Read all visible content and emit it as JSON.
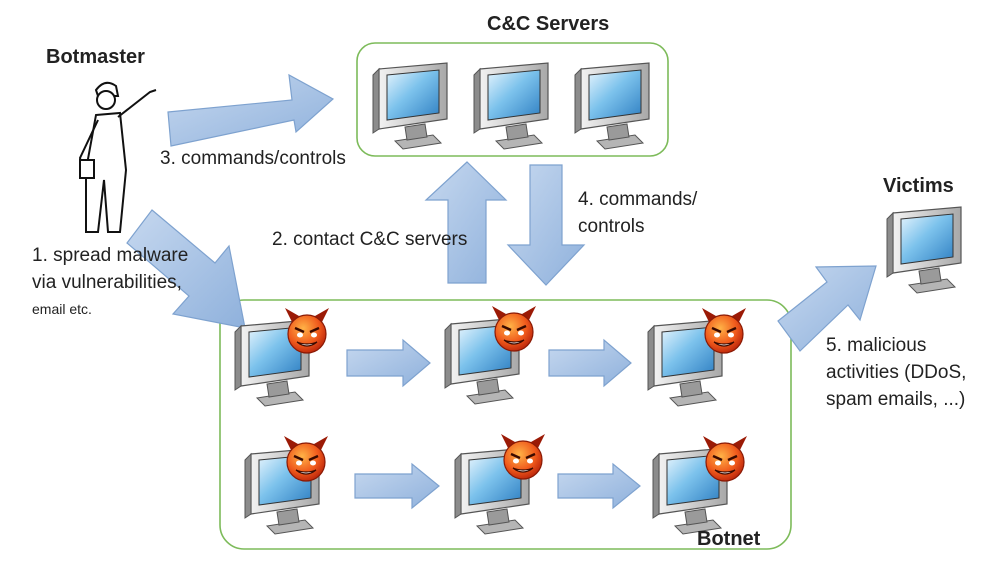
{
  "nodes": {
    "botmaster": "Botmaster",
    "cc_servers": "C&C Servers",
    "victims": "Victims",
    "botnet": "Botnet"
  },
  "steps": {
    "s1_line1": "1. spread malware",
    "s1_line2": "via vulnerabilities,",
    "s1_line3": "email etc.",
    "s2": "2. contact C&C servers",
    "s3": "3. commands/controls",
    "s4_line1": "4. commands/",
    "s4_line2": "controls",
    "s5_line1": "5. malicious",
    "s5_line2": "activities (DDoS,",
    "s5_line3": "spam emails, ...)"
  },
  "colors": {
    "arrow_fill": "#a9c3e4",
    "arrow_edge": "#7ea2cf",
    "container_border": "#7dbb5a",
    "screen": "#4ea3dc",
    "devil": "#e2431b"
  },
  "icons": {
    "computer": "computer-icon",
    "infected_computer": "infected-computer-icon",
    "devil": "devil-face-icon",
    "person": "botmaster-figure-icon"
  }
}
